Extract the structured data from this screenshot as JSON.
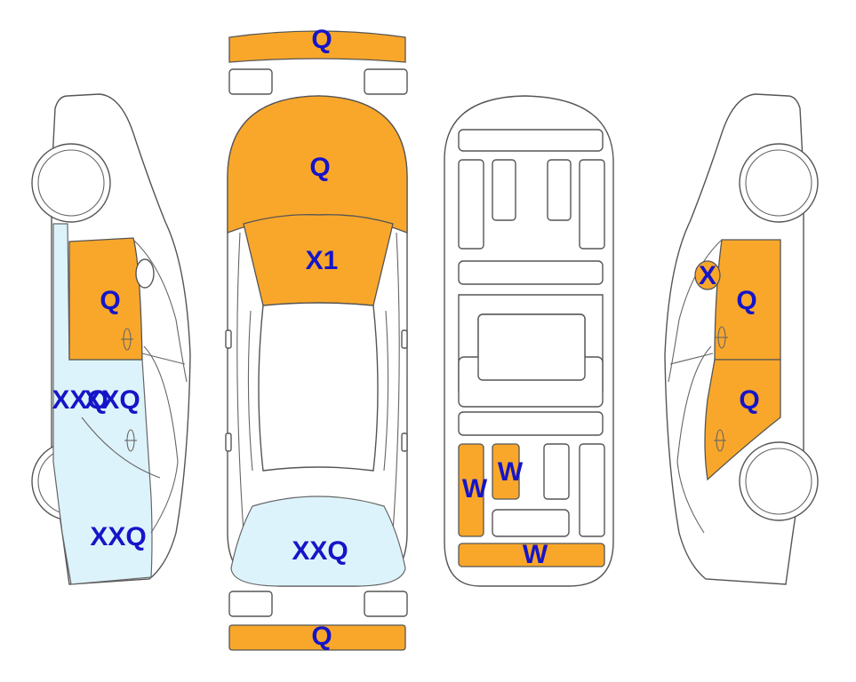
{
  "diagram": {
    "colors": {
      "marked": "#F9A72B",
      "light_damage": "#DDF3FB",
      "label": "#1515C8",
      "outline": "#555555"
    },
    "labels": {
      "front_bumper": "Q",
      "hood": "Q",
      "windshield": "X1",
      "rear_window": "XXQ",
      "rear_bumper": "Q",
      "left_front_door": "Q",
      "left_center_a": "XXQ",
      "left_center_b": "XXQ",
      "left_rear_quarter": "XXQ",
      "right_mirror": "X",
      "right_front_door": "Q",
      "right_rear_door": "Q",
      "floor_left_rail": "W",
      "floor_left_inner": "W",
      "floor_rear_panel": "W"
    }
  }
}
